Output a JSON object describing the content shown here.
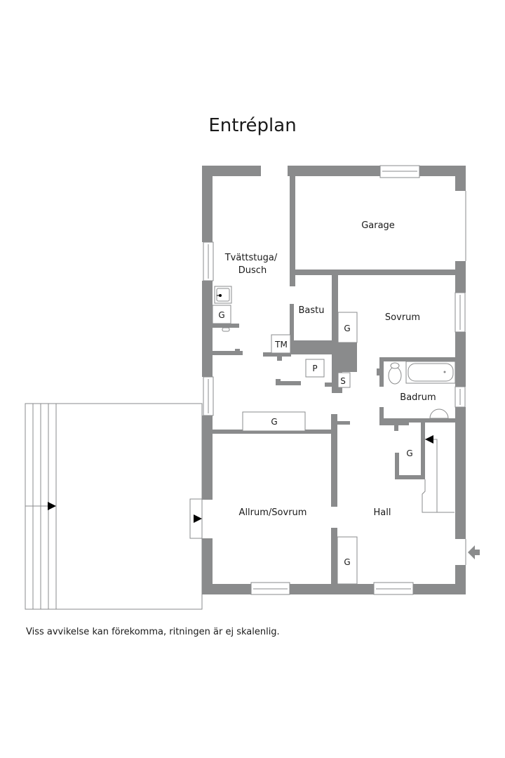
{
  "title": "Entréplan",
  "note": "Viss avvikelse kan förekomma, ritningen är ej skalenlig.",
  "rooms": {
    "garage": "Garage",
    "tvattstuga_line1": "Tvättstuga/",
    "tvattstuga_line2": "Dusch",
    "bastu": "Bastu",
    "sovrum": "Sovrum",
    "badrum": "Badrum",
    "allrum": "Allrum/Sovrum",
    "hall": "Hall"
  },
  "fixtures": {
    "wardrobe": "G",
    "tm": "TM",
    "p": "P",
    "s": "S"
  },
  "colors": {
    "wall": "#8a8b8c",
    "text": "#1a1a1a",
    "background": "#ffffff"
  }
}
